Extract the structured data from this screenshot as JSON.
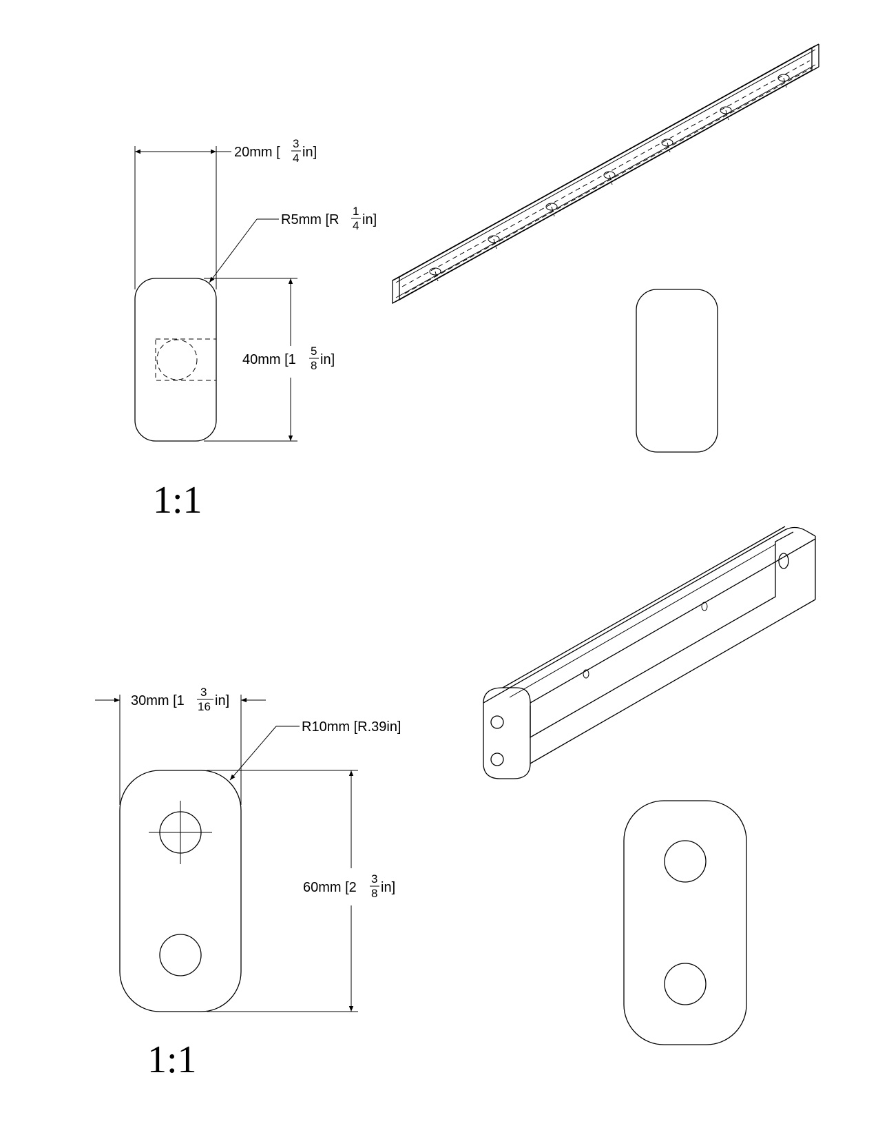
{
  "part1": {
    "width_dim": {
      "main": "20mm [",
      "num": "3",
      "den": "4",
      "unit": "in]"
    },
    "radius_dim": {
      "main": "R5mm [R",
      "num": "1",
      "den": "4",
      "unit": "in]"
    },
    "height_dim": {
      "main": "40mm [1",
      "num": "5",
      "den": "8",
      "unit": "in]"
    },
    "scale": "1:1"
  },
  "part2": {
    "width_dim": {
      "main": "30mm [1",
      "num": "3",
      "den": "16",
      "unit": "in]"
    },
    "radius_dim": {
      "text": "R10mm [R.39in]"
    },
    "height_dim": {
      "main": "60mm [2",
      "num": "3",
      "den": "8",
      "unit": "in]"
    },
    "scale": "1:1"
  }
}
